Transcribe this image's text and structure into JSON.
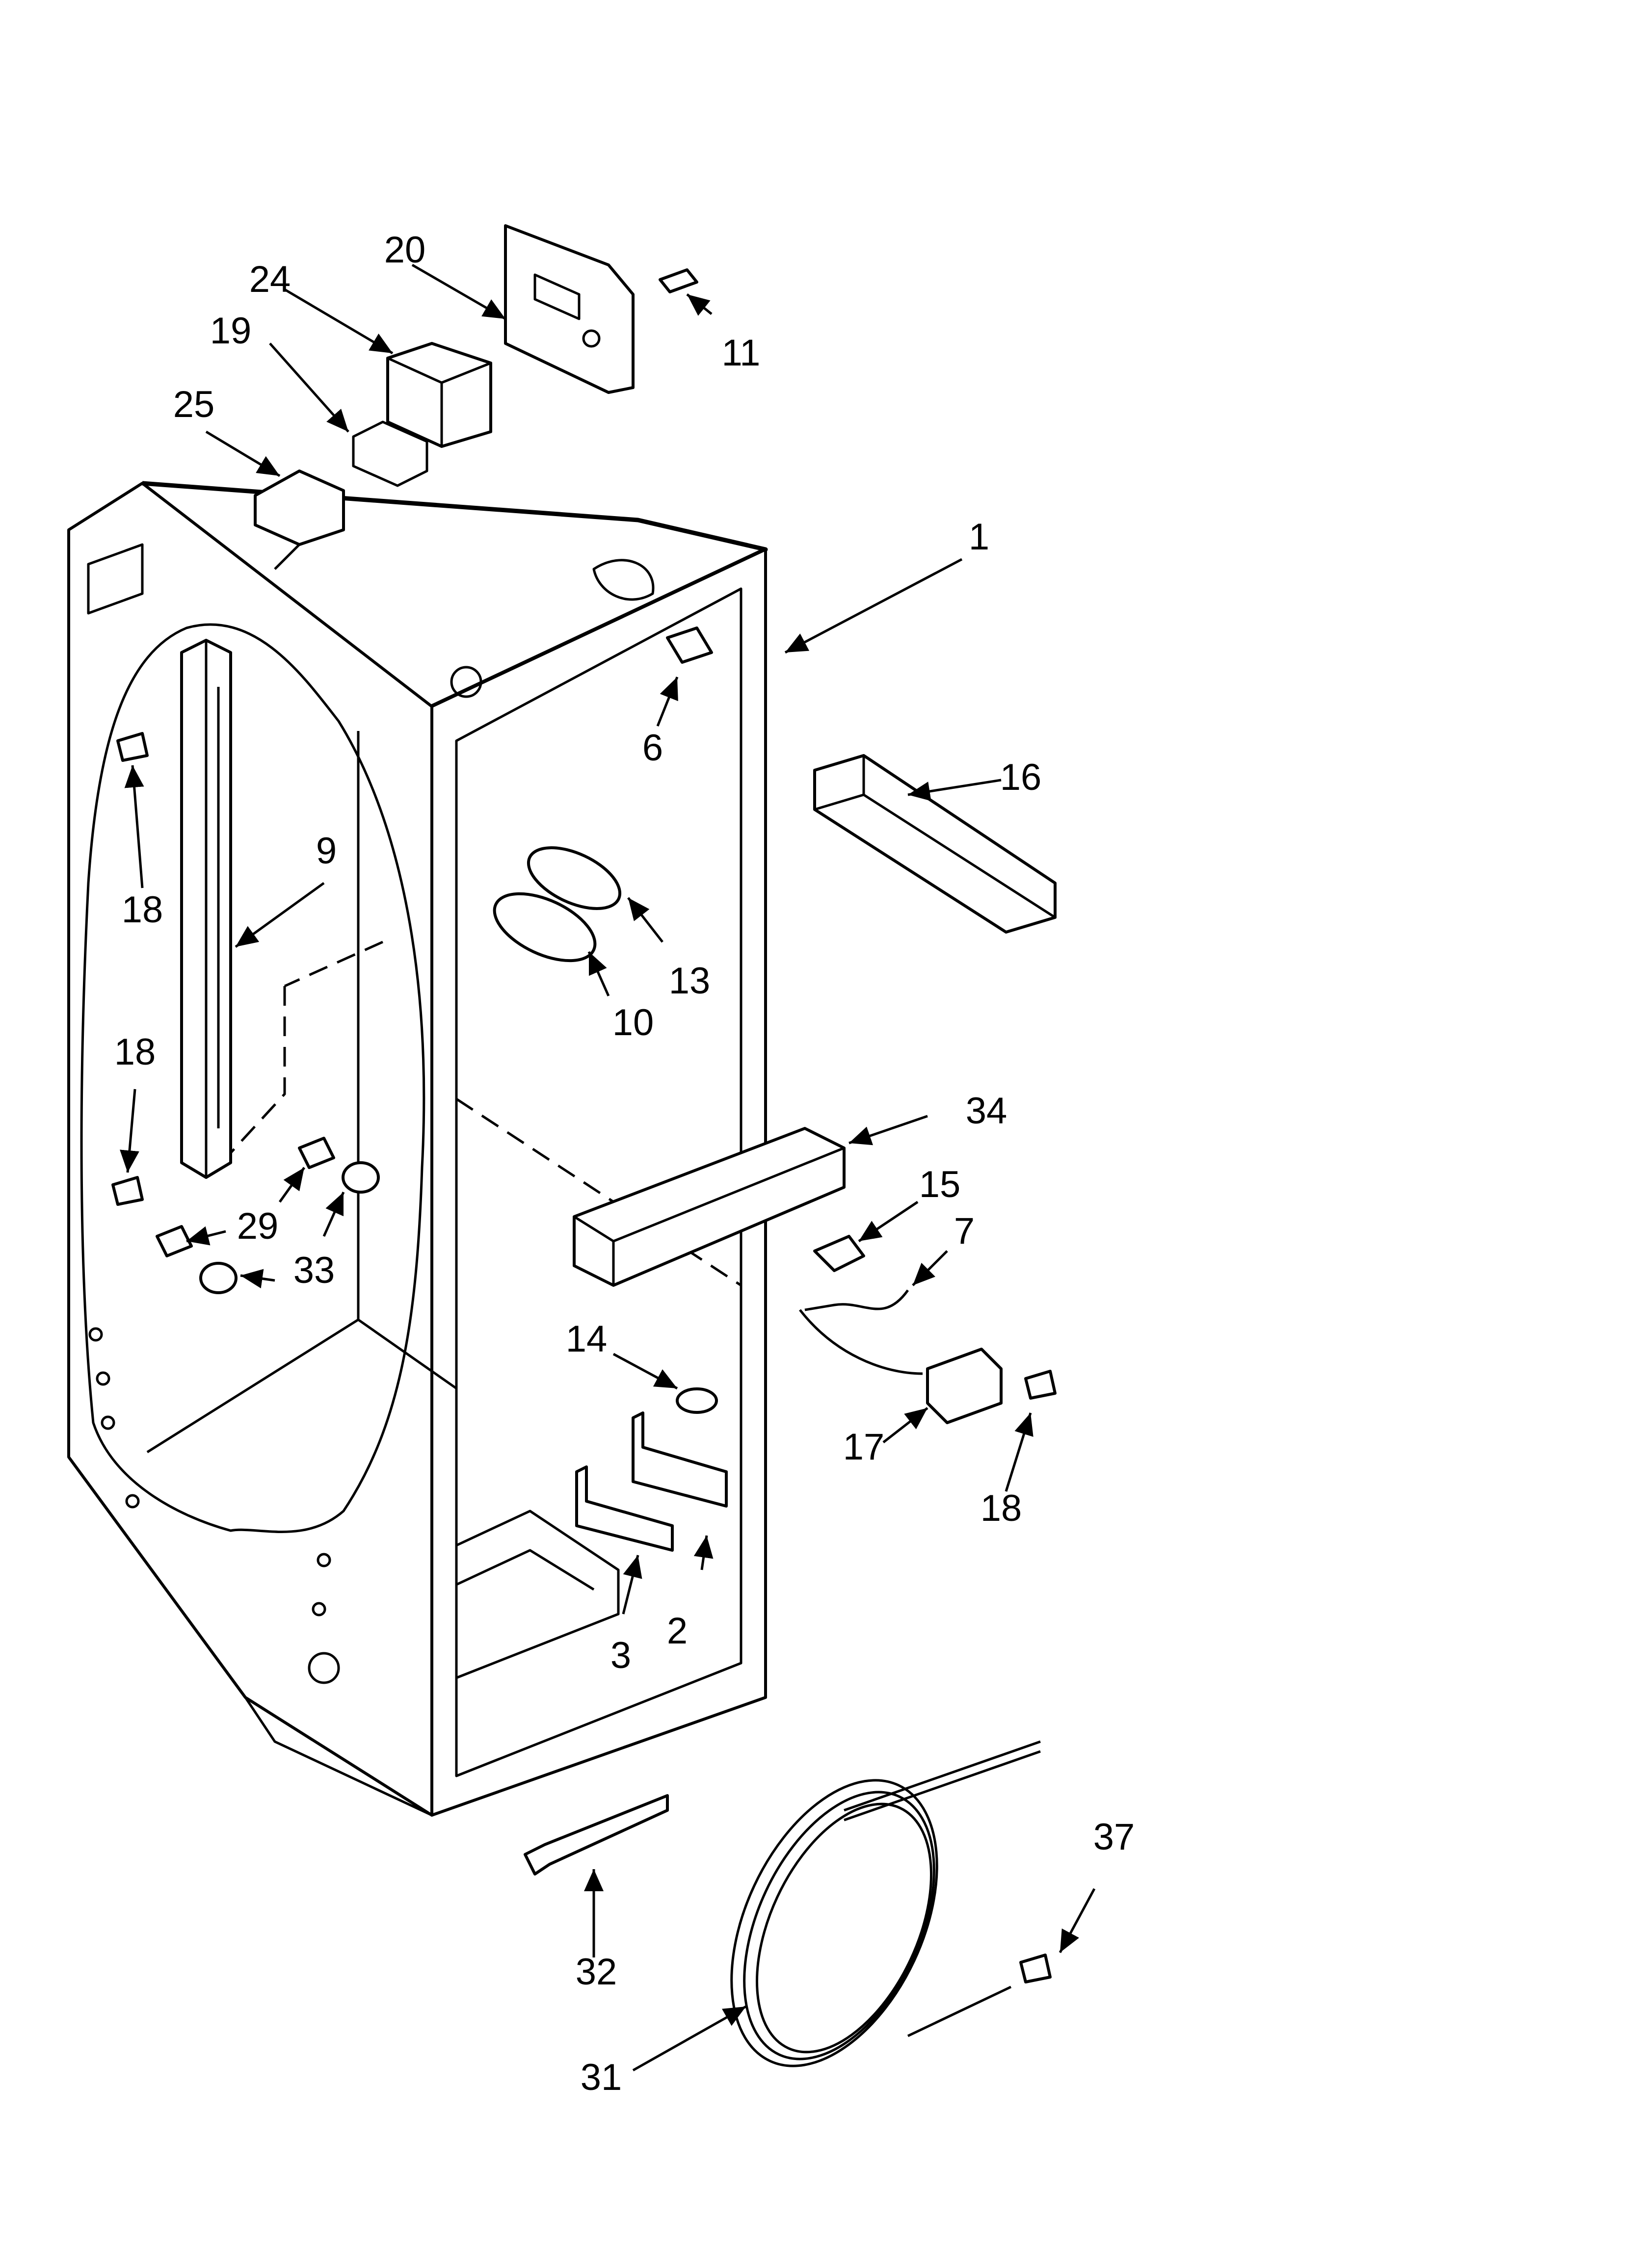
{
  "diagram": {
    "labels": [
      "1",
      "2",
      "3",
      "6",
      "7",
      "9",
      "10",
      "11",
      "13",
      "14",
      "15",
      "16",
      "17",
      "18",
      "18",
      "18",
      "19",
      "20",
      "24",
      "25",
      "29",
      "31",
      "32",
      "33",
      "34",
      "37"
    ]
  }
}
